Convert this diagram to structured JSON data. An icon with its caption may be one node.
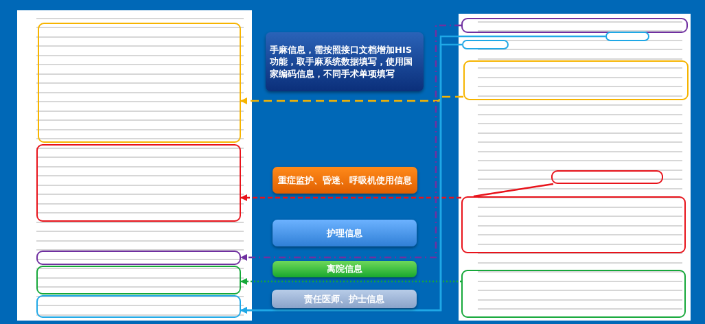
{
  "diagram": {
    "nodes": [
      {
        "text": [],
        "shape": "picture"
      },
      {
        "text": [],
        "shape": "box",
        "in": 0
      },
      {
        "text": [],
        "shape": "box",
        "in": 0
      },
      {
        "text": [],
        "shape": "box",
        "in": 0
      },
      {
        "text": [],
        "shape": "box",
        "in": 0
      },
      {
        "text": [],
        "shape": "box",
        "in": 0
      },
      {
        "text": [],
        "shape": "picture"
      },
      {
        "text": [],
        "shape": "box",
        "in": 6
      },
      {
        "text": [],
        "shape": "box",
        "in": 6
      },
      {
        "text": [],
        "shape": "box",
        "in": 6
      },
      {
        "text": [],
        "shape": "box",
        "in": 6
      },
      {
        "text": [],
        "shape": "box",
        "in": 6
      },
      {
        "text": [],
        "shape": "box",
        "in": 6
      },
      {
        "text": [],
        "shape": "box",
        "in": 6
      },
      {
        "text": [
          "手麻信息，需按照接口文档增加HIS功能，取手麻系统数据填写，使用国家编码信息，不同手术单项填写"
        ]
      },
      {
        "text": [
          "重症监护、昏迷、呼吸机使用信息"
        ]
      },
      {
        "text": [
          "护理信息"
        ]
      },
      {
        "text": [
          "离院信息"
        ]
      },
      {
        "text": [
          "责任医师、护士信息"
        ]
      }
    ],
    "edges": [
      {
        "from": 10,
        "to": 1,
        "arrow": "to",
        "style": "dashed",
        "color": "#f6b400"
      },
      {
        "from": 12,
        "to": 2,
        "arrow": "to",
        "style": "dashed",
        "color": "#e8131b"
      },
      {
        "from": 11,
        "to": 12,
        "arrow": "none",
        "color": "#e8131b"
      },
      {
        "from": 7,
        "to": 3,
        "arrow": "to",
        "style": "dashed",
        "color": "#7030a0"
      },
      {
        "from": 13,
        "to": 4,
        "arrow": "to",
        "style": "dashed",
        "color": "#16a83a"
      },
      {
        "from": 8,
        "to": 5,
        "arrow": "to",
        "color": "#1fa8e6"
      },
      {
        "from": 9,
        "to": 5,
        "arrow": "to",
        "color": "#1fa8e6"
      }
    ]
  }
}
